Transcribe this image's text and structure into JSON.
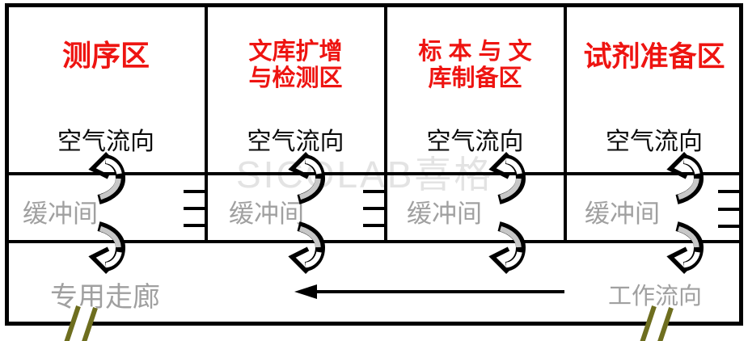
{
  "watermark": "SICOLAB喜格",
  "zones": [
    {
      "name": "sequencing-area",
      "title_lines": [
        "测序区"
      ],
      "air_label": "空气流向",
      "buffer_label": "缓冲间"
    },
    {
      "name": "library-amplification-detection-area",
      "title_lines": [
        "文库扩增",
        "与检测区"
      ],
      "air_label": "空气流向",
      "buffer_label": "缓冲间"
    },
    {
      "name": "specimen-library-preparation-area",
      "title_lines": [
        "标 本 与 文",
        "库制备区"
      ],
      "air_label": "空气流向",
      "buffer_label": "缓冲间"
    },
    {
      "name": "reagent-preparation-area",
      "title_lines": [
        "试剂准备区"
      ],
      "air_label": "空气流向",
      "buffer_label": "缓冲间"
    }
  ],
  "corridor_label": "专用走廊",
  "workflow_label": "工作流向",
  "colors": {
    "zone_title_red": "#ee1411",
    "muted_gray_text": "#a0a0a0",
    "arrow_gray_fill": "#c7c7c7",
    "door_olive": "#6e6e1f",
    "wall_black": "#000000",
    "watermark_gray": "#e3e3e3"
  }
}
